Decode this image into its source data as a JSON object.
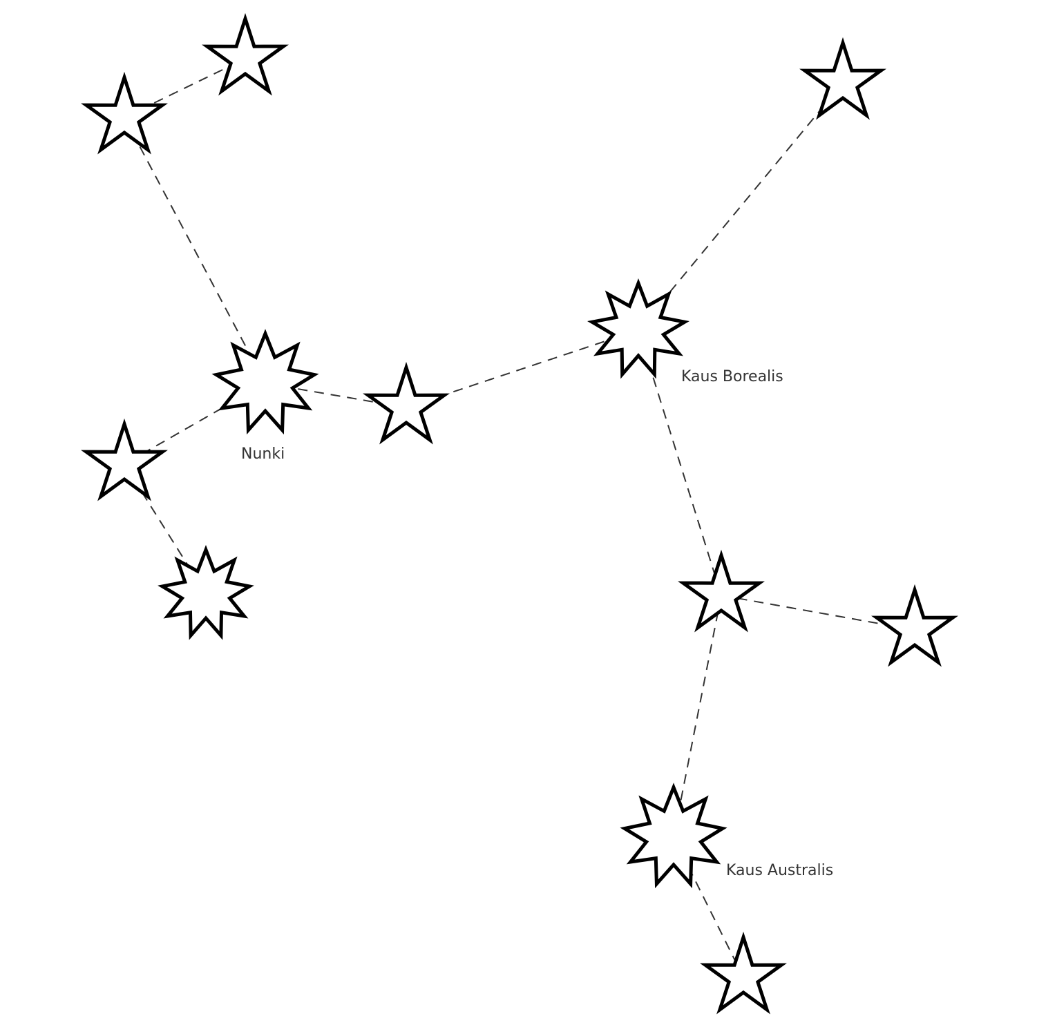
{
  "labels": {
    "nunki": "Nunki",
    "kaus_borealis": "Kaus Borealis",
    "kaus_australis": "Kaus Australis"
  },
  "colors": {
    "star_stroke": "#000000",
    "star_fill": "#ffffff",
    "line": "#333333",
    "text": "#333333"
  },
  "stars": [
    {
      "id": "star-top-left",
      "shape": "five-point-star"
    },
    {
      "id": "star-top-left-upper",
      "shape": "five-point-star"
    },
    {
      "id": "star-top-right",
      "shape": "five-point-star"
    },
    {
      "id": "star-nunki",
      "shape": "nine-point-star"
    },
    {
      "id": "star-center",
      "shape": "five-point-star"
    },
    {
      "id": "star-kaus-borealis",
      "shape": "nine-point-star"
    },
    {
      "id": "star-left-middle",
      "shape": "five-point-star"
    },
    {
      "id": "star-left-lower",
      "shape": "nine-point-star"
    },
    {
      "id": "star-right-middle",
      "shape": "five-point-star"
    },
    {
      "id": "star-far-right",
      "shape": "five-point-star"
    },
    {
      "id": "star-kaus-australis",
      "shape": "nine-point-star"
    },
    {
      "id": "star-bottom",
      "shape": "five-point-star"
    }
  ],
  "connections": [
    [
      "star-top-left",
      "star-top-left-upper"
    ],
    [
      "star-top-left",
      "star-nunki"
    ],
    [
      "star-nunki",
      "star-center"
    ],
    [
      "star-center",
      "star-kaus-borealis"
    ],
    [
      "star-kaus-borealis",
      "star-top-right"
    ],
    [
      "star-nunki",
      "star-left-middle"
    ],
    [
      "star-left-middle",
      "star-left-lower"
    ],
    [
      "star-kaus-borealis",
      "star-right-middle"
    ],
    [
      "star-right-middle",
      "star-far-right"
    ],
    [
      "star-right-middle",
      "star-kaus-australis"
    ],
    [
      "star-kaus-australis",
      "star-bottom"
    ]
  ]
}
